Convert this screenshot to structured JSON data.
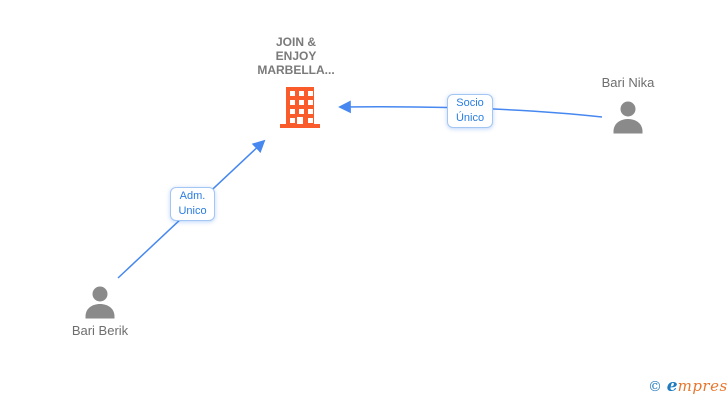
{
  "company": {
    "name": "JOIN & ENJOY MARBELLA...",
    "icon": "building-icon"
  },
  "persons": [
    {
      "name": "Bari Nika",
      "position": "top-right"
    },
    {
      "name": "Bari Berik",
      "position": "bottom-left"
    }
  ],
  "relations": [
    {
      "label": "Socio Único",
      "from": "Bari Nika",
      "to": "JOIN & ENJOY MARBELLA..."
    },
    {
      "label": "Adm. Unico",
      "from": "Bari Berik",
      "to": "JOIN & ENJOY MARBELLA..."
    }
  ],
  "footer": {
    "copyright": "©",
    "brand_initial": "e",
    "brand_rest": "mpresia"
  },
  "colors": {
    "building": "#f95b2b",
    "arrow": "#4687f0",
    "relation_text": "#2a7de1",
    "relation_border": "#a3c6f2",
    "person_icon": "#8a8a8a",
    "person_name": "#6e6e6e",
    "company_title": "#7a7a7a",
    "brand_blue": "#1f7bc0",
    "brand_orange": "#e8762d"
  }
}
